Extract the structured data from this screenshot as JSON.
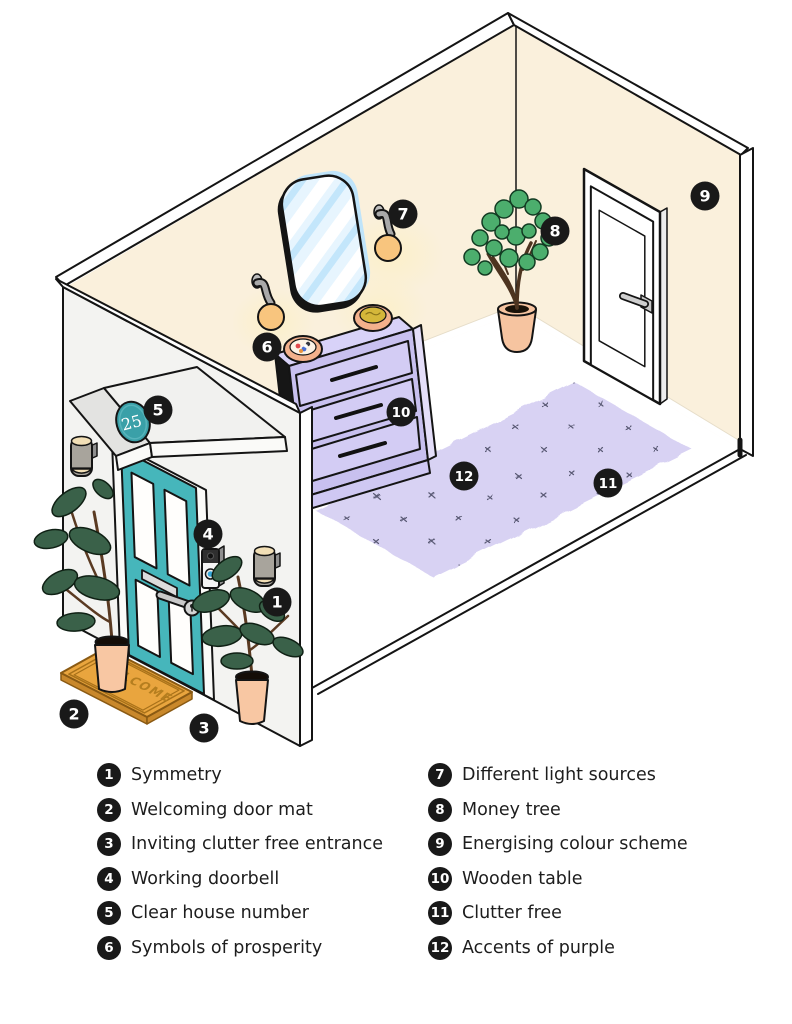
{
  "illustration": {
    "house_number_sign": "25",
    "door_mat_text": "WELCOME",
    "badges": [
      "1",
      "2",
      "3",
      "4",
      "5",
      "6",
      "7",
      "8",
      "9",
      "10",
      "11",
      "12"
    ]
  },
  "legend": {
    "columns": [
      {
        "items": [
          {
            "num": "1",
            "label": "Symmetry"
          },
          {
            "num": "2",
            "label": "Welcoming door mat"
          },
          {
            "num": "3",
            "label": "Inviting clutter free entrance"
          },
          {
            "num": "4",
            "label": "Working doorbell"
          },
          {
            "num": "5",
            "label": "Clear house number"
          },
          {
            "num": "6",
            "label": "Symbols of prosperity"
          }
        ]
      },
      {
        "items": [
          {
            "num": "7",
            "label": "Different light sources"
          },
          {
            "num": "8",
            "label": "Money tree"
          },
          {
            "num": "9",
            "label": "Energising colour scheme"
          },
          {
            "num": "10",
            "label": "Wooden table"
          },
          {
            "num": "11",
            "label": "Clutter free"
          },
          {
            "num": "12",
            "label": "Accents of purple"
          }
        ]
      }
    ]
  },
  "colors": {
    "wall_cream": "#faf0dc",
    "accent_teal": "#45b5bb",
    "sign_teal": "#3aa0a8",
    "dresser_lavender": "#c8c0ef",
    "rug_purple": "#d8d2f3",
    "mat_orange": "#e9a53e",
    "leaf_green": "#4cae6d",
    "pot_peach": "#f7c6a1",
    "badge_black": "#191919"
  }
}
